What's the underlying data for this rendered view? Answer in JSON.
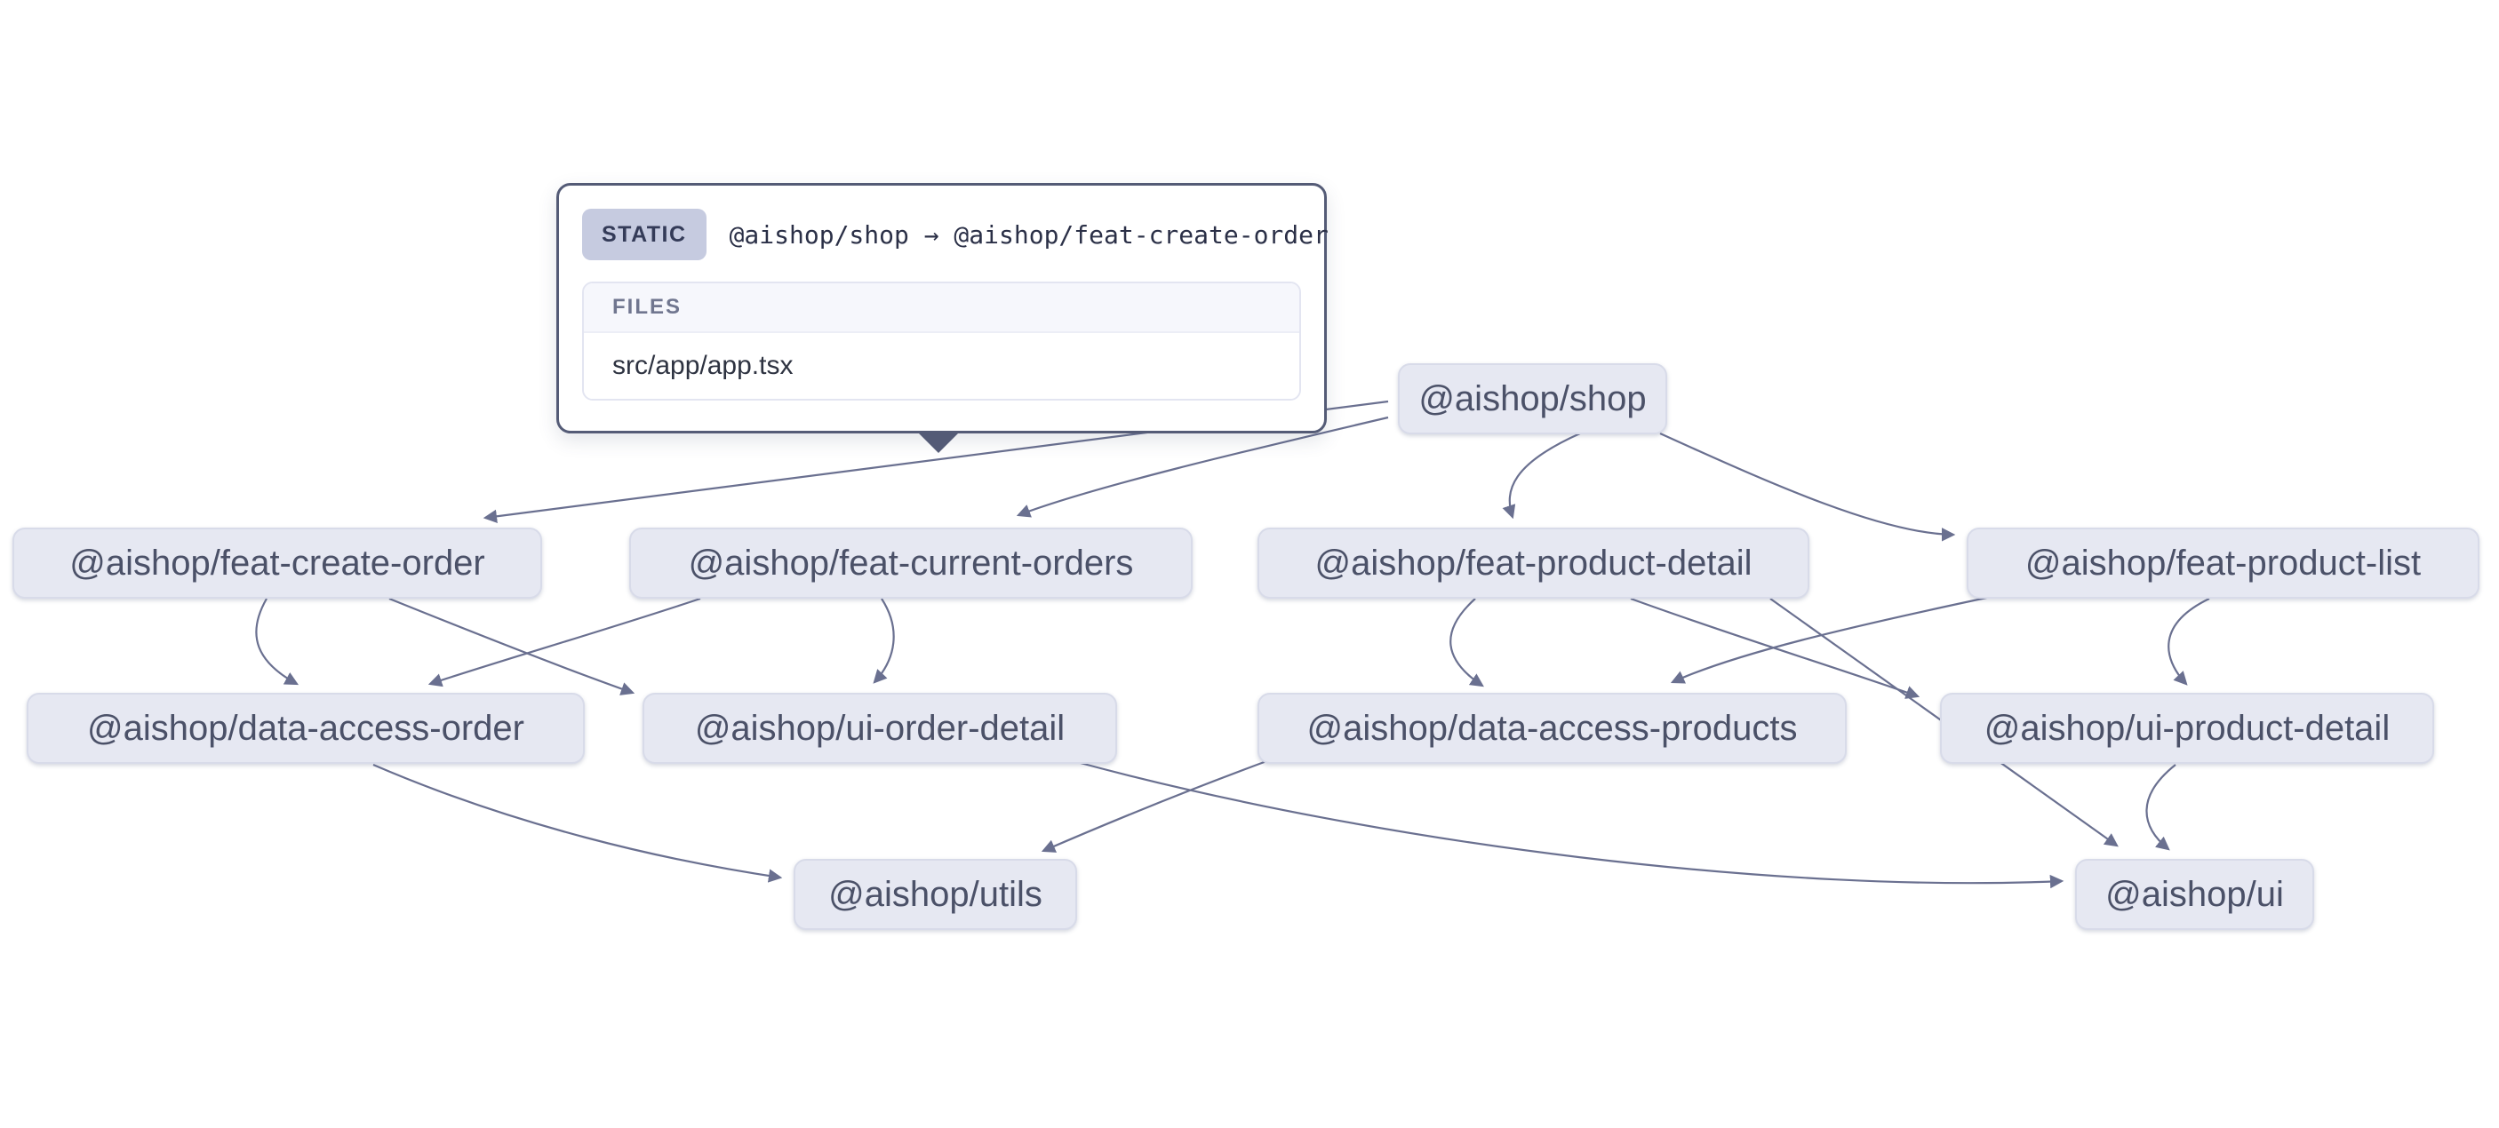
{
  "app": {
    "kind": "project dependency graph",
    "background_color": "#ffffff"
  },
  "colors": {
    "node_fill": "#e6e8f2",
    "node_border": "#d8dbe9",
    "node_text": "#4b5168",
    "edge_stroke": "#6a7090",
    "tooltip_border": "#545b76",
    "badge_bg": "#c6cbe0",
    "badge_text": "#343b58"
  },
  "tooltip": {
    "type_label": "STATIC",
    "edge_text": "@aishop/shop → @aishop/feat-create-order",
    "files_header": "FILES",
    "files": [
      "src/app/app.tsx"
    ]
  },
  "nodes": [
    {
      "id": "shop",
      "label": "@aishop/shop"
    },
    {
      "id": "feat-create-order",
      "label": "@aishop/feat-create-order"
    },
    {
      "id": "feat-current-orders",
      "label": "@aishop/feat-current-orders"
    },
    {
      "id": "feat-product-detail",
      "label": "@aishop/feat-product-detail"
    },
    {
      "id": "feat-product-list",
      "label": "@aishop/feat-product-list"
    },
    {
      "id": "data-access-order",
      "label": "@aishop/data-access-order"
    },
    {
      "id": "ui-order-detail",
      "label": "@aishop/ui-order-detail"
    },
    {
      "id": "data-access-products",
      "label": "@aishop/data-access-products"
    },
    {
      "id": "ui-product-detail",
      "label": "@aishop/ui-product-detail"
    },
    {
      "id": "utils",
      "label": "@aishop/utils"
    },
    {
      "id": "ui",
      "label": "@aishop/ui"
    }
  ],
  "edges": [
    {
      "source": "shop",
      "target": "feat-create-order",
      "hovered": true
    },
    {
      "source": "shop",
      "target": "feat-current-orders"
    },
    {
      "source": "shop",
      "target": "feat-product-detail"
    },
    {
      "source": "shop",
      "target": "feat-product-list"
    },
    {
      "source": "feat-create-order",
      "target": "data-access-order"
    },
    {
      "source": "feat-create-order",
      "target": "ui-order-detail"
    },
    {
      "source": "feat-current-orders",
      "target": "data-access-order"
    },
    {
      "source": "feat-current-orders",
      "target": "ui-order-detail"
    },
    {
      "source": "feat-product-detail",
      "target": "data-access-products"
    },
    {
      "source": "feat-product-detail",
      "target": "ui-product-detail"
    },
    {
      "source": "feat-product-detail",
      "target": "ui"
    },
    {
      "source": "feat-product-list",
      "target": "data-access-products"
    },
    {
      "source": "feat-product-list",
      "target": "ui-product-detail"
    },
    {
      "source": "data-access-order",
      "target": "utils"
    },
    {
      "source": "data-access-products",
      "target": "utils"
    },
    {
      "source": "ui-order-detail",
      "target": "ui"
    },
    {
      "source": "ui-product-detail",
      "target": "ui"
    }
  ]
}
